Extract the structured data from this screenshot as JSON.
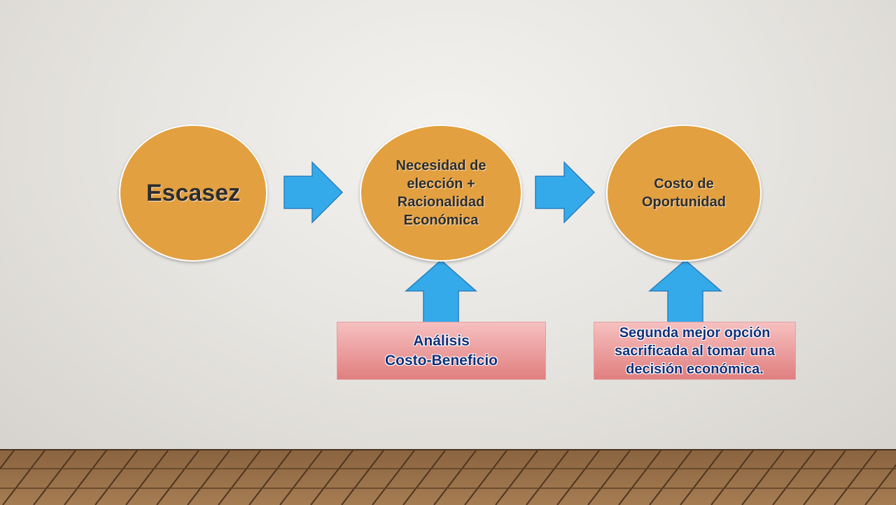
{
  "nodes": {
    "escasez": "Escasez",
    "necesidad": "Necesidad de\nelección  +\nRacionalidad\nEconómica",
    "costo": "Costo de\nOportunidad"
  },
  "boxes": {
    "analisis": "Análisis\nCosto-Beneficio",
    "segunda": "Segunda mejor opción\nsacrificada al tomar una\ndecisión económica."
  },
  "colors": {
    "node_fill": "#e3a040",
    "arrow_fill": "#35aaea",
    "box_fill": "#eb9c9c",
    "box_text": "#13317a"
  }
}
